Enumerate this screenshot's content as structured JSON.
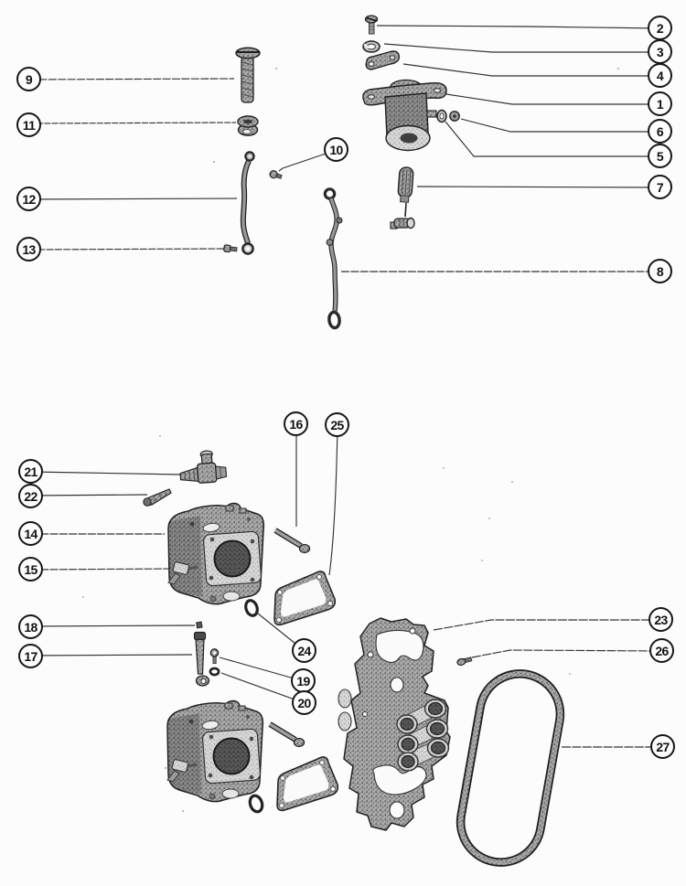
{
  "diagram": {
    "callouts": [
      {
        "label": "1"
      },
      {
        "label": "2"
      },
      {
        "label": "3"
      },
      {
        "label": "4"
      },
      {
        "label": "5"
      },
      {
        "label": "6"
      },
      {
        "label": "7"
      },
      {
        "label": "8"
      },
      {
        "label": "9"
      },
      {
        "label": "10"
      },
      {
        "label": "11"
      },
      {
        "label": "12"
      },
      {
        "label": "13"
      },
      {
        "label": "14"
      },
      {
        "label": "15"
      },
      {
        "label": "16"
      },
      {
        "label": "17"
      },
      {
        "label": "18"
      },
      {
        "label": "19"
      },
      {
        "label": "20"
      },
      {
        "label": "21"
      },
      {
        "label": "22"
      },
      {
        "label": "23"
      },
      {
        "label": "24"
      },
      {
        "label": "25"
      },
      {
        "label": "26"
      },
      {
        "label": "27"
      }
    ]
  },
  "colors": {
    "background": "#fcfcfc",
    "ink": "#1d1d1d",
    "leader_line": "#333333",
    "part_gray": "#a8a8a8",
    "part_light": "#d6d6d6",
    "part_dark": "#555555"
  }
}
